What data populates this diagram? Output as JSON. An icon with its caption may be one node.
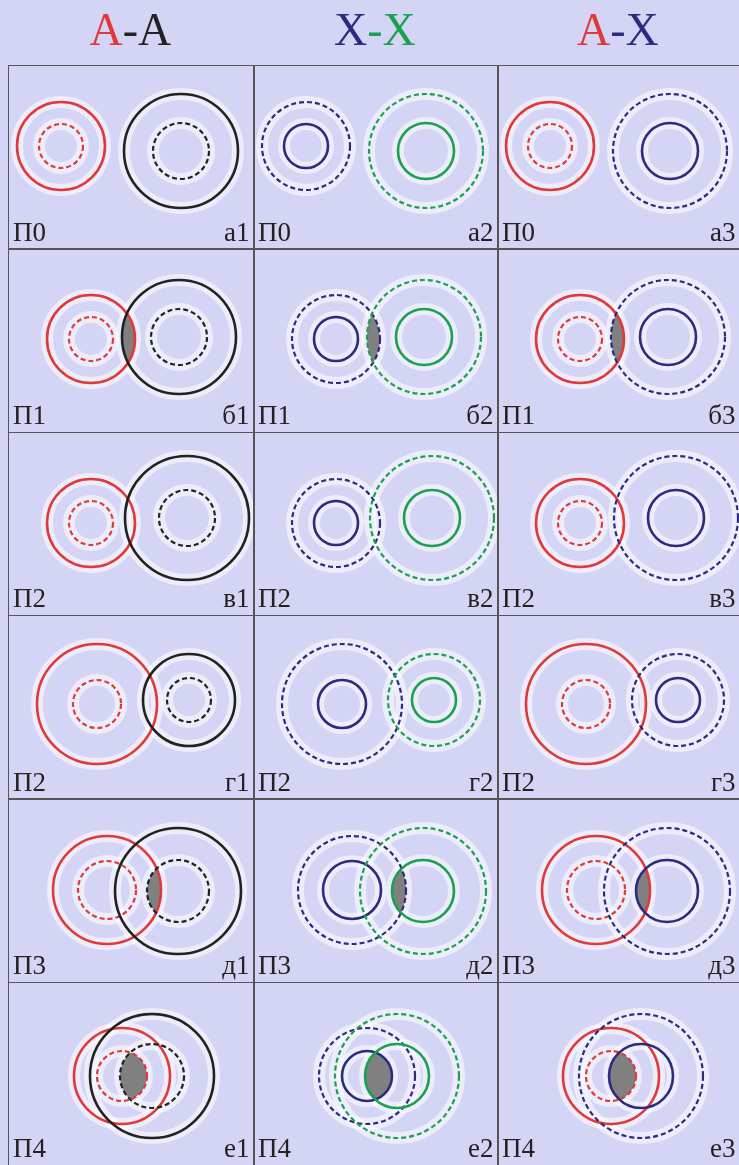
{
  "diagram": {
    "labels": [
      "A-A",
      "X-X",
      "A-X",
      "П0",
      "а1",
      "П0",
      "а2",
      "П0",
      "а3",
      "П1",
      "б1",
      "П1",
      "б2",
      "П1",
      "б3",
      "П2",
      "в1",
      "П2",
      "в2",
      "П2",
      "в3",
      "П2",
      "г1",
      "П2",
      "г2",
      "П2",
      "г3",
      "П3",
      "д1",
      "П3",
      "д2",
      "П3",
      "д3",
      "П4",
      "е1",
      "П4",
      "е2",
      "П4",
      "е3"
    ]
  }
}
